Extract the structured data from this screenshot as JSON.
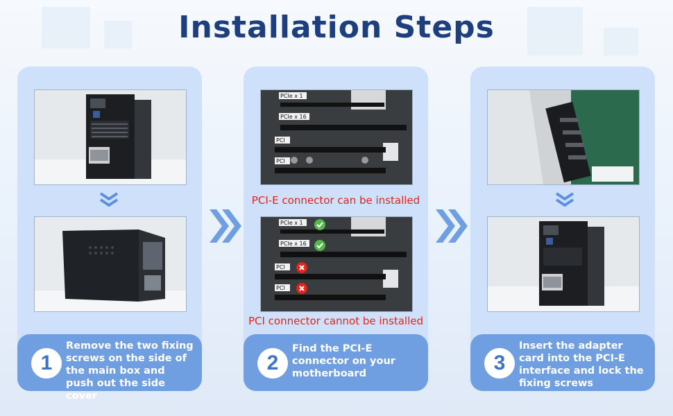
{
  "title": "Installation Steps",
  "colors": {
    "title": "#1d3f7e",
    "panel": "#cfe1fa",
    "footer": "#6f9fe0",
    "chevron": "#5b8fe0",
    "caption": "#e4231b"
  },
  "slots_top": [
    "PCIe x 1",
    "PCIe x 16",
    "PCI",
    "PCI"
  ],
  "slots_bottom": [
    "PCIe x 1",
    "PCIe x 16",
    "PCI",
    "PCI"
  ],
  "steps": [
    {
      "number": "1",
      "text": "Remove the two fixing screws on the side of the main box and push out the side cover"
    },
    {
      "number": "2",
      "text": "Find the PCI-E connector on your motherboard",
      "caption_ok": "PCI-E connector can be installed",
      "caption_bad": "PCI connector cannot be installed"
    },
    {
      "number": "3",
      "text": "Insert the adapter card into the PCI-E interface and lock the fixing screws"
    }
  ]
}
